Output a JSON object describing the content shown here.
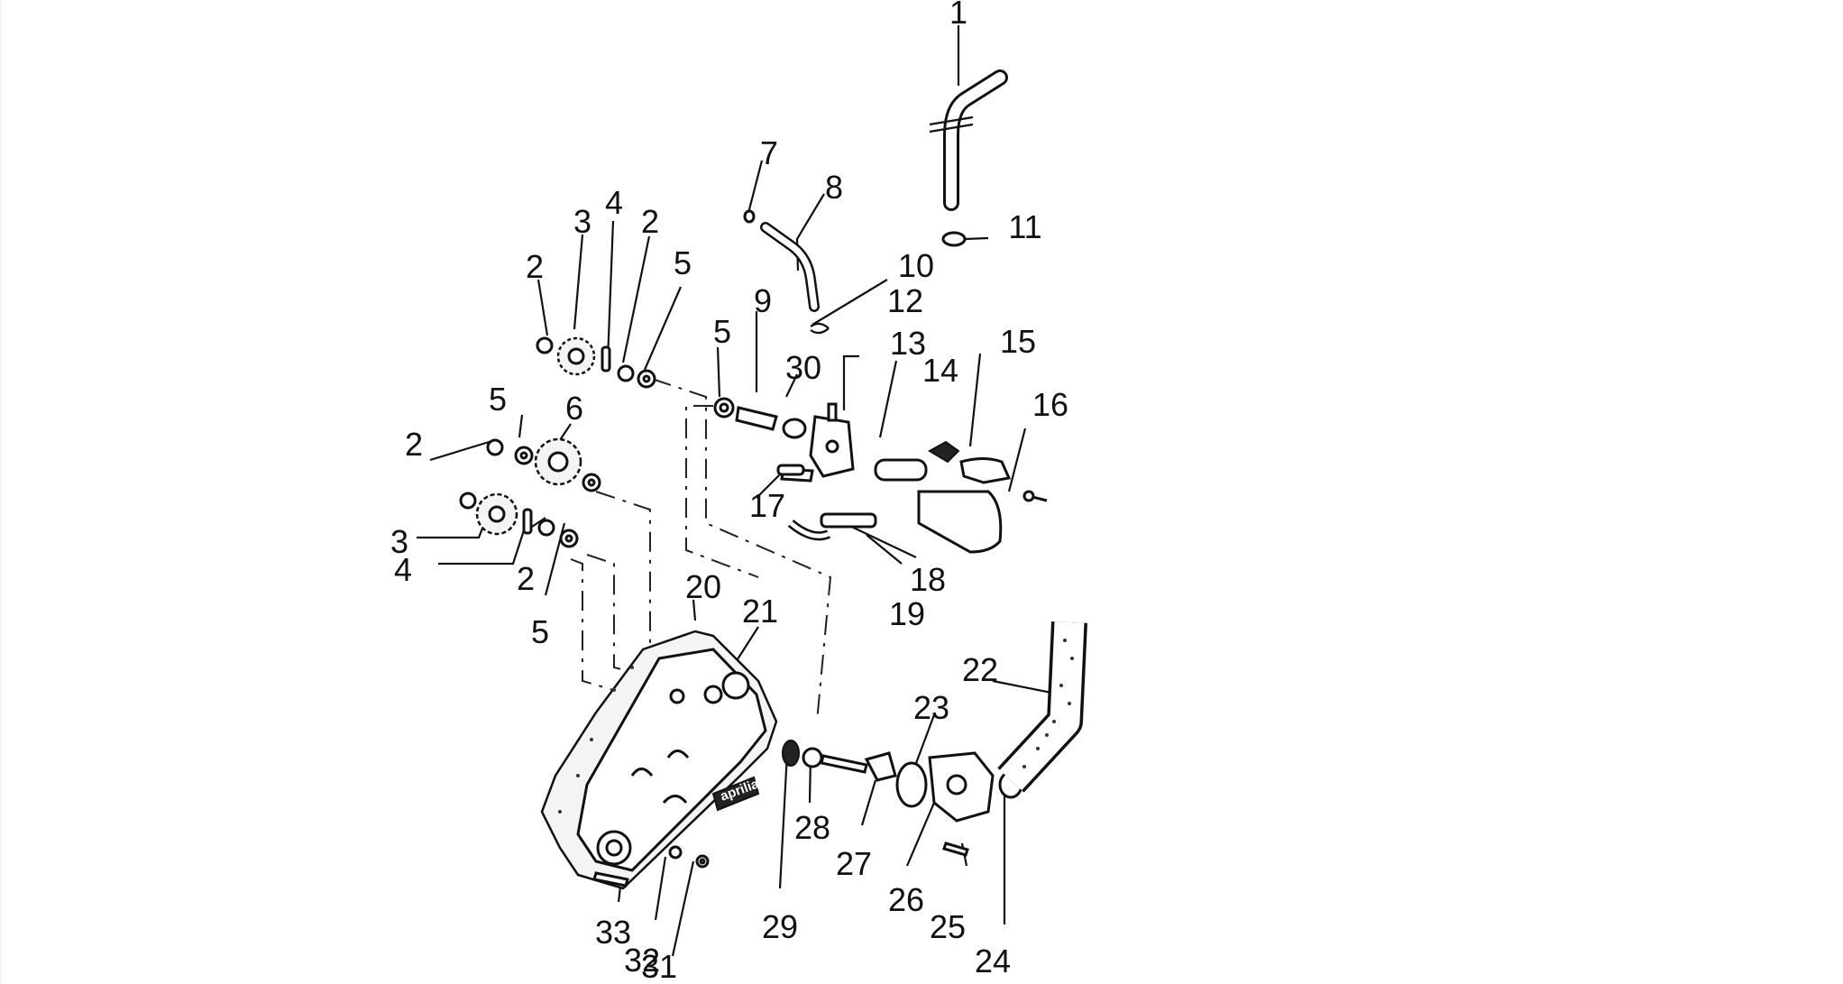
{
  "diagram": {
    "brand_label": "aprilia",
    "callouts": [
      "1",
      "2",
      "3",
      "4",
      "2",
      "5",
      "5",
      "2",
      "6",
      "3",
      "4",
      "2",
      "5",
      "7",
      "8",
      "10",
      "9",
      "12",
      "5",
      "30",
      "13",
      "14",
      "15",
      "16",
      "11",
      "17",
      "18",
      "19",
      "20",
      "21",
      "22",
      "23",
      "28",
      "27",
      "26",
      "25",
      "24",
      "29",
      "33",
      "32",
      "31"
    ]
  },
  "colors": {
    "background": "#ffffff",
    "ink": "#111111"
  }
}
